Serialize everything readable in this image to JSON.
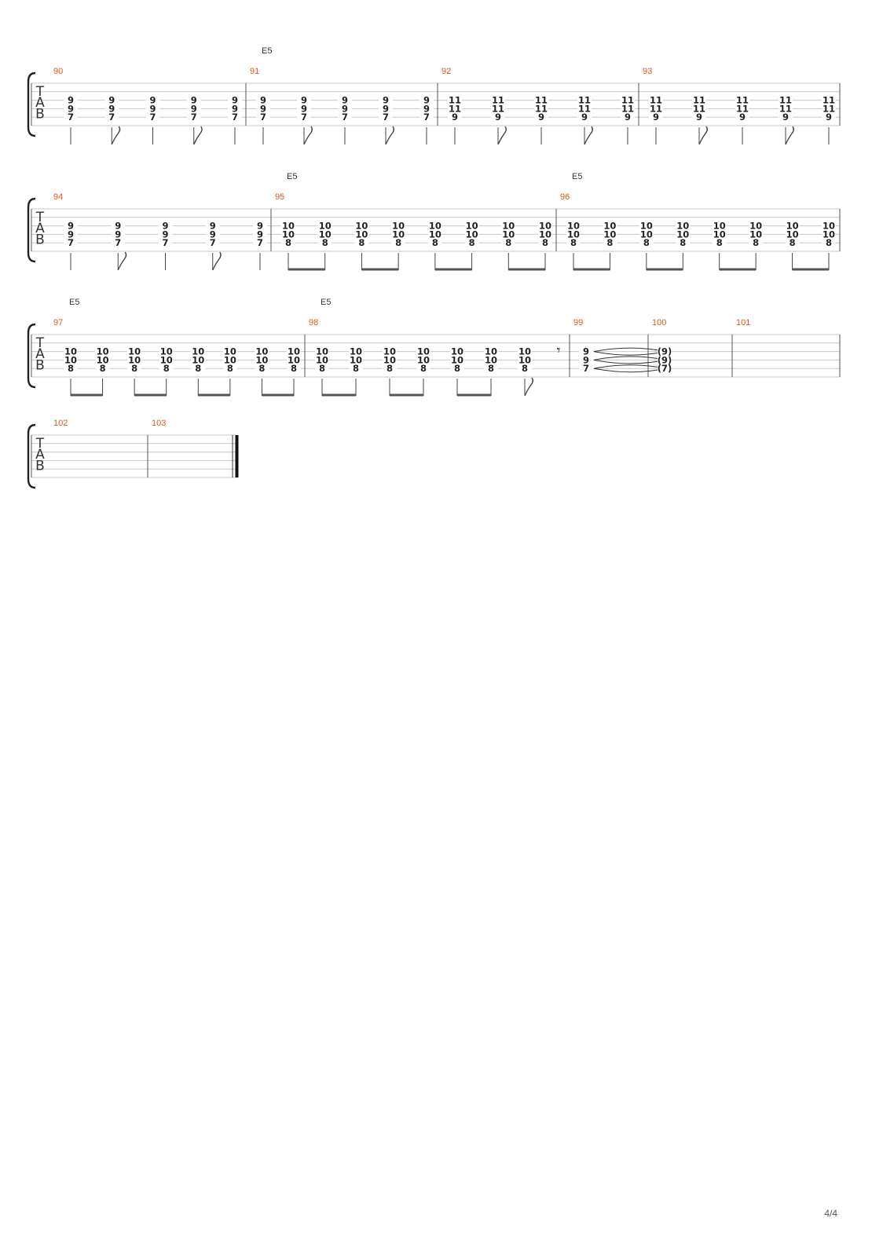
{
  "page_number": "4/4",
  "clef_letters": [
    "T",
    "A",
    "B"
  ],
  "colors": {
    "measure_number": "#e0581e",
    "staff_line": "#c8c8c8",
    "text": "#222222"
  },
  "systems": [
    {
      "measures": [
        {
          "number": "90",
          "chord": "",
          "beats": [
            {
              "frets": [
                "9",
                "9",
                "7"
              ],
              "stem": "single"
            },
            {
              "frets": [
                "9",
                "9",
                "7"
              ],
              "stem": "flag"
            },
            {
              "frets": [
                "9",
                "9",
                "7"
              ],
              "stem": "single"
            },
            {
              "frets": [
                "9",
                "9",
                "7"
              ],
              "stem": "flag"
            },
            {
              "frets": [
                "9",
                "9",
                "7"
              ],
              "stem": "single"
            }
          ]
        },
        {
          "number": "91",
          "chord": "E5",
          "beats": [
            {
              "frets": [
                "9",
                "9",
                "7"
              ],
              "stem": "single"
            },
            {
              "frets": [
                "9",
                "9",
                "7"
              ],
              "stem": "flag"
            },
            {
              "frets": [
                "9",
                "9",
                "7"
              ],
              "stem": "single"
            },
            {
              "frets": [
                "9",
                "9",
                "7"
              ],
              "stem": "flag"
            },
            {
              "frets": [
                "9",
                "9",
                "7"
              ],
              "stem": "single"
            }
          ]
        },
        {
          "number": "92",
          "chord": "",
          "beats": [
            {
              "frets": [
                "11",
                "11",
                "9"
              ],
              "stem": "single"
            },
            {
              "frets": [
                "11",
                "11",
                "9"
              ],
              "stem": "flag"
            },
            {
              "frets": [
                "11",
                "11",
                "9"
              ],
              "stem": "single"
            },
            {
              "frets": [
                "11",
                "11",
                "9"
              ],
              "stem": "flag"
            },
            {
              "frets": [
                "11",
                "11",
                "9"
              ],
              "stem": "single"
            }
          ]
        },
        {
          "number": "93",
          "chord": "",
          "beats": [
            {
              "frets": [
                "11",
                "11",
                "9"
              ],
              "stem": "single"
            },
            {
              "frets": [
                "11",
                "11",
                "9"
              ],
              "stem": "flag"
            },
            {
              "frets": [
                "11",
                "11",
                "9"
              ],
              "stem": "single"
            },
            {
              "frets": [
                "11",
                "11",
                "9"
              ],
              "stem": "flag"
            },
            {
              "frets": [
                "11",
                "11",
                "9"
              ],
              "stem": "single"
            }
          ]
        }
      ]
    },
    {
      "measures": [
        {
          "number": "94",
          "chord": "",
          "beats": [
            {
              "frets": [
                "9",
                "9",
                "7"
              ],
              "stem": "single"
            },
            {
              "frets": [
                "9",
                "9",
                "7"
              ],
              "stem": "flag"
            },
            {
              "frets": [
                "9",
                "9",
                "7"
              ],
              "stem": "single"
            },
            {
              "frets": [
                "9",
                "9",
                "7"
              ],
              "stem": "flag"
            },
            {
              "frets": [
                "9",
                "9",
                "7"
              ],
              "stem": "single"
            }
          ]
        },
        {
          "number": "95",
          "chord": "E5",
          "beats": [
            {
              "frets": [
                "10",
                "10",
                "8"
              ],
              "stem": "beam"
            },
            {
              "frets": [
                "10",
                "10",
                "8"
              ],
              "stem": "beam"
            },
            {
              "frets": [
                "10",
                "10",
                "8"
              ],
              "stem": "beam"
            },
            {
              "frets": [
                "10",
                "10",
                "8"
              ],
              "stem": "beam"
            },
            {
              "frets": [
                "10",
                "10",
                "8"
              ],
              "stem": "beam"
            },
            {
              "frets": [
                "10",
                "10",
                "8"
              ],
              "stem": "beam"
            },
            {
              "frets": [
                "10",
                "10",
                "8"
              ],
              "stem": "beam"
            },
            {
              "frets": [
                "10",
                "10",
                "8"
              ],
              "stem": "beam"
            }
          ]
        },
        {
          "number": "96",
          "chord": "E5",
          "beats": [
            {
              "frets": [
                "10",
                "10",
                "8"
              ],
              "stem": "beam"
            },
            {
              "frets": [
                "10",
                "10",
                "8"
              ],
              "stem": "beam"
            },
            {
              "frets": [
                "10",
                "10",
                "8"
              ],
              "stem": "beam"
            },
            {
              "frets": [
                "10",
                "10",
                "8"
              ],
              "stem": "beam"
            },
            {
              "frets": [
                "10",
                "10",
                "8"
              ],
              "stem": "beam"
            },
            {
              "frets": [
                "10",
                "10",
                "8"
              ],
              "stem": "beam"
            },
            {
              "frets": [
                "10",
                "10",
                "8"
              ],
              "stem": "beam"
            },
            {
              "frets": [
                "10",
                "10",
                "8"
              ],
              "stem": "beam"
            }
          ]
        }
      ]
    },
    {
      "measures": [
        {
          "number": "97",
          "chord": "E5",
          "beats": [
            {
              "frets": [
                "10",
                "10",
                "8"
              ],
              "stem": "beam"
            },
            {
              "frets": [
                "10",
                "10",
                "8"
              ],
              "stem": "beam"
            },
            {
              "frets": [
                "10",
                "10",
                "8"
              ],
              "stem": "beam"
            },
            {
              "frets": [
                "10",
                "10",
                "8"
              ],
              "stem": "beam"
            },
            {
              "frets": [
                "10",
                "10",
                "8"
              ],
              "stem": "beam"
            },
            {
              "frets": [
                "10",
                "10",
                "8"
              ],
              "stem": "beam"
            },
            {
              "frets": [
                "10",
                "10",
                "8"
              ],
              "stem": "beam"
            },
            {
              "frets": [
                "10",
                "10",
                "8"
              ],
              "stem": "beam"
            }
          ]
        },
        {
          "number": "98",
          "chord": "E5",
          "beats": [
            {
              "frets": [
                "10",
                "10",
                "8"
              ],
              "stem": "beam"
            },
            {
              "frets": [
                "10",
                "10",
                "8"
              ],
              "stem": "beam"
            },
            {
              "frets": [
                "10",
                "10",
                "8"
              ],
              "stem": "beam"
            },
            {
              "frets": [
                "10",
                "10",
                "8"
              ],
              "stem": "beam"
            },
            {
              "frets": [
                "10",
                "10",
                "8"
              ],
              "stem": "beam"
            },
            {
              "frets": [
                "10",
                "10",
                "8"
              ],
              "stem": "beam"
            },
            {
              "frets": [
                "10",
                "10",
                "8"
              ],
              "stem": "flag"
            },
            {
              "frets": [],
              "stem": "rest"
            }
          ]
        },
        {
          "number": "99",
          "chord": "",
          "beats": [
            {
              "frets": [
                "9",
                "9",
                "7"
              ],
              "stem": "tie"
            }
          ]
        },
        {
          "number": "100",
          "chord": "",
          "beats": [
            {
              "frets": [
                "(9)",
                "(9)",
                "(7)"
              ],
              "stem": "tied"
            }
          ]
        },
        {
          "number": "101",
          "chord": "",
          "beats": []
        }
      ]
    },
    {
      "measures": [
        {
          "number": "102",
          "chord": "",
          "beats": []
        },
        {
          "number": "103",
          "chord": "",
          "beats": [],
          "final": true
        }
      ]
    }
  ]
}
